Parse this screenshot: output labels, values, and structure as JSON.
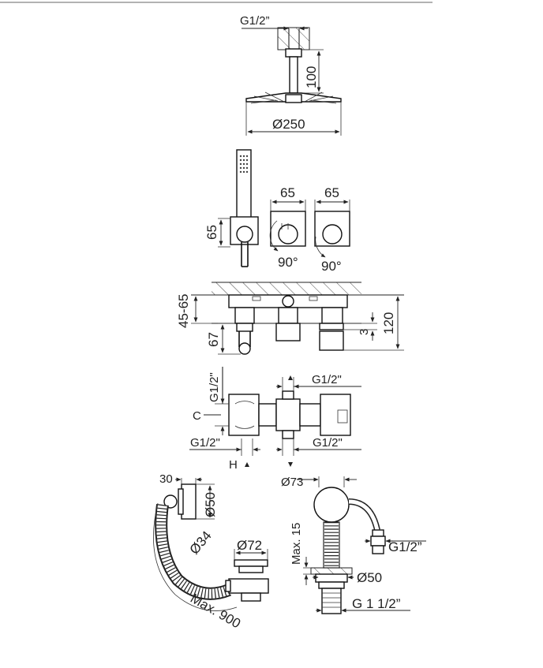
{
  "ceiling_shower": {
    "thread_label": "G1/2”",
    "arm_length_label": "100",
    "diameter_label": "Ø250"
  },
  "wall_set": {
    "hand_shower_height_label": "65",
    "knob1_width_label": "65",
    "knob2_width_label": "65",
    "knob1_rotation_label": "90°",
    "knob2_rotation_label": "90°"
  },
  "side_section": {
    "wall_depth_label": "45-65",
    "spout_height_label": "67",
    "small_offset_label": "3",
    "total_depth_label": "120"
  },
  "valve_body": {
    "left_thread_vertical_label": "G1/2\"",
    "top_thread_label": "G1/2\"",
    "c_label": "C",
    "bottom_left_thread_label": "G1/2\"",
    "bottom_right_thread_label": "G1/2\"",
    "h_label": "H"
  },
  "bath_filler": {
    "width_label": "30",
    "outlet_diameter_label": "Ø50",
    "hose_diameter_label": "Ø34",
    "drain_diameter_label": "Ø72",
    "hose_length_label": "Max. 900"
  },
  "bath_spout": {
    "body_diameter_label": "Ø73",
    "max_label": "Max. 15",
    "hose_thread_label": "G1/2”",
    "base_diameter_label": "Ø50",
    "base_thread_label": "G 1 1/2”"
  }
}
